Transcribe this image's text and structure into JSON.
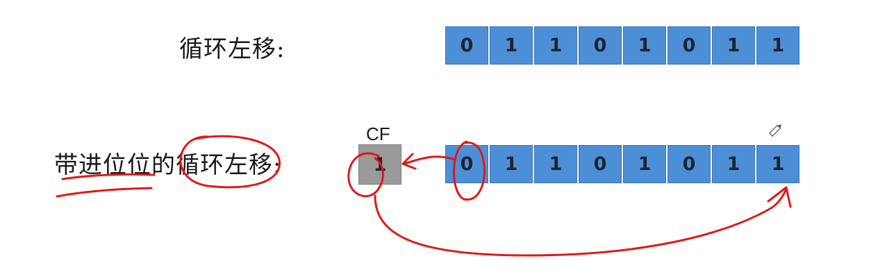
{
  "rows": [
    {
      "label": "循环左移:",
      "bits": [
        "0",
        "1",
        "1",
        "0",
        "1",
        "0",
        "1",
        "1"
      ]
    },
    {
      "label": "带进位位的循环左移:",
      "bits": [
        "0",
        "1",
        "1",
        "0",
        "1",
        "0",
        "1",
        "1"
      ]
    }
  ],
  "carry_flag": {
    "label": "CF",
    "value": "1"
  },
  "colors": {
    "bit_cell": "#4d8fd6",
    "carry_cell": "#9a9a9a",
    "annotation": "#e01818"
  },
  "icons": [
    "pencil-cursor-icon"
  ]
}
